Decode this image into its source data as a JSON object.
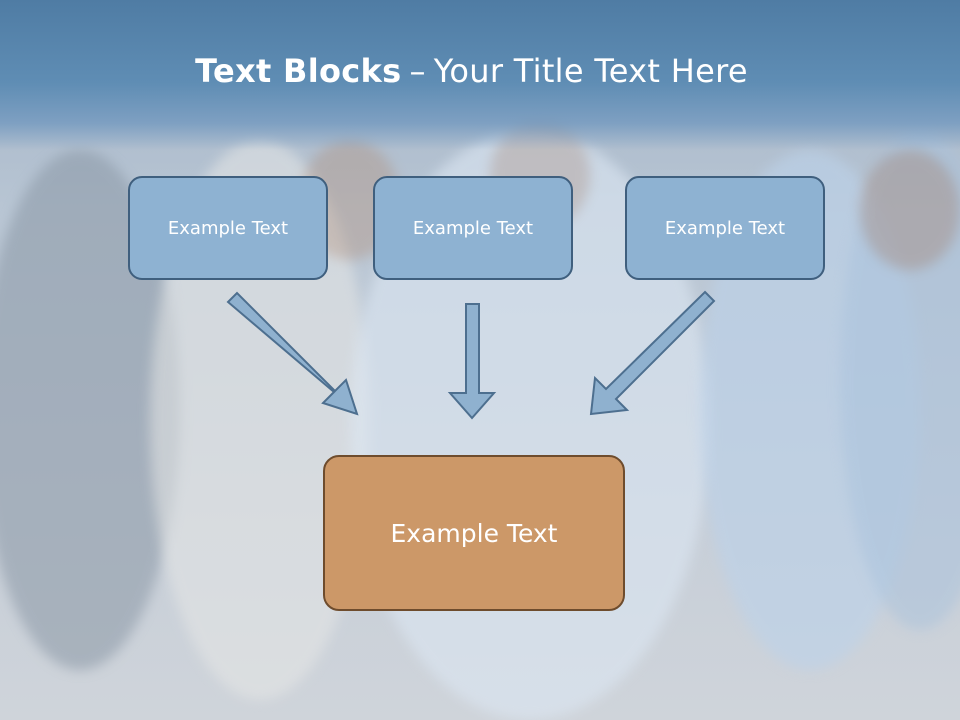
{
  "slide": {
    "title_bold": "Text Blocks",
    "title_separator": "–",
    "title_rest": "Your Title Text Here"
  },
  "blocks": [
    {
      "label": "Example Text"
    },
    {
      "label": "Example Text"
    },
    {
      "label": "Example Text"
    }
  ],
  "target_block": {
    "label": "Example Text"
  },
  "colors": {
    "header": "#5b89b0",
    "box_fill": "#8eb2d2",
    "box_border": "#3f5f7e",
    "target_fill": "#cc9868",
    "target_border": "#6e4c2d",
    "arrow_fill": "#8fb1cf",
    "arrow_stroke": "#4d6f8f"
  }
}
